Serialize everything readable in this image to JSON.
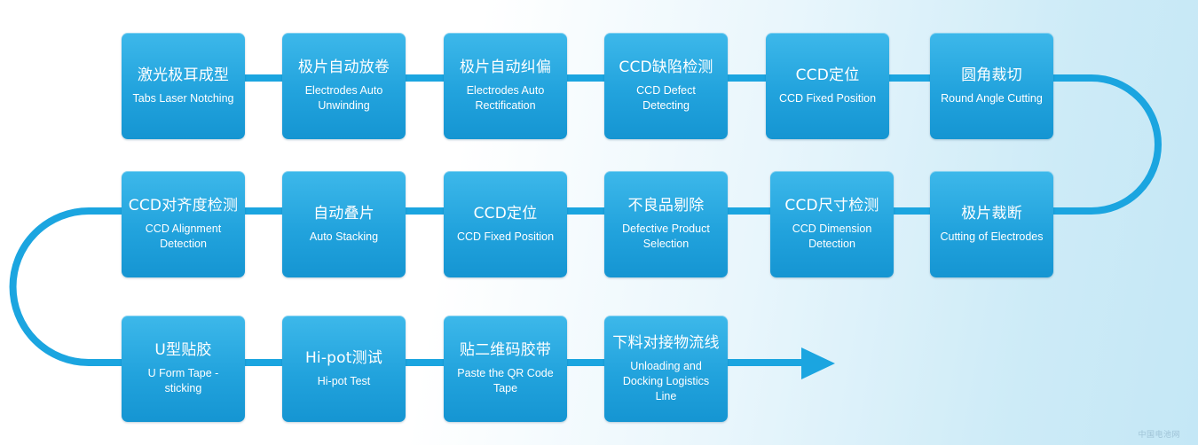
{
  "rows": [
    [
      {
        "zh": "激光极耳成型",
        "en": "Tabs Laser Notching"
      },
      {
        "zh": "极片自动放卷",
        "en": "Electrodes Auto Unwinding"
      },
      {
        "zh": "极片自动纠偏",
        "en": "Electrodes Auto Rectification"
      },
      {
        "zh": "CCD缺陷检测",
        "en": "CCD Defect Detecting"
      },
      {
        "zh": "CCD定位",
        "en": "CCD Fixed Position"
      },
      {
        "zh": "圆角裁切",
        "en": "Round Angle Cutting"
      }
    ],
    [
      {
        "zh": "CCD对齐度检测",
        "en": "CCD Alignment Detection"
      },
      {
        "zh": "自动叠片",
        "en": "Auto Stacking"
      },
      {
        "zh": "CCD定位",
        "en": "CCD Fixed Position"
      },
      {
        "zh": "不良品剔除",
        "en": "Defective Product Selection"
      },
      {
        "zh": "CCD尺寸检测",
        "en": "CCD Dimension Detection"
      },
      {
        "zh": "极片裁断",
        "en": "Cutting of Electrodes"
      }
    ],
    [
      {
        "zh": "U型贴胶",
        "en": "U Form Tape - sticking"
      },
      {
        "zh": "Hi-pot测试",
        "en": "Hi-pot Test"
      },
      {
        "zh": "贴二维码胶带",
        "en": "Paste the QR Code Tape"
      },
      {
        "zh": "下料对接物流线",
        "en": "Unloading and Docking Logistics Line"
      }
    ]
  ],
  "colors": {
    "box": "#22a3dd",
    "line": "#1ba5e0",
    "text": "#ffffff"
  },
  "watermark": "中国电池网"
}
